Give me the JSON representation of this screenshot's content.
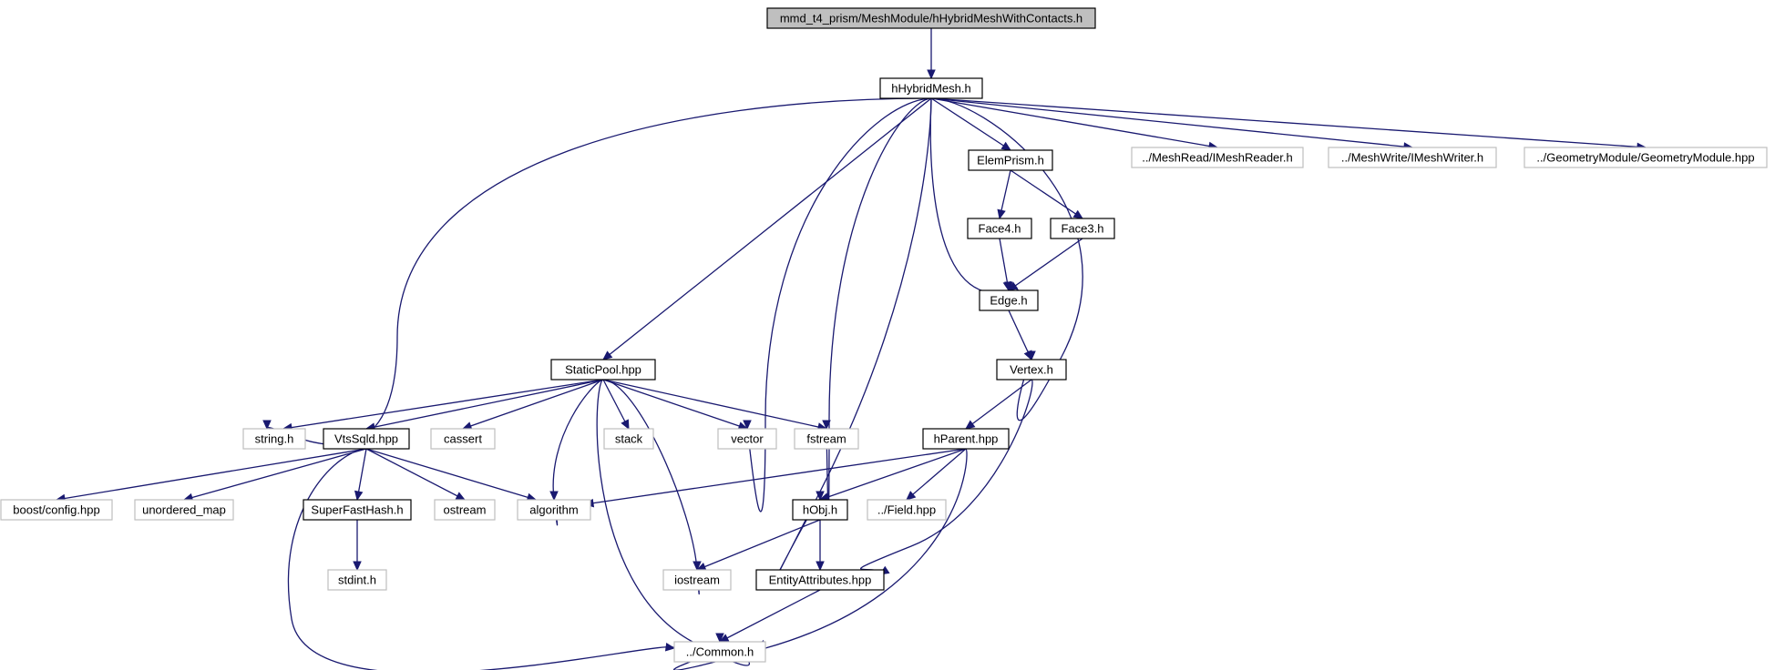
{
  "graph": {
    "title": "",
    "nodes": [
      {
        "id": "root",
        "label": "mmd_t4_prism/MeshModule/hHybridMeshWithContacts.h",
        "style": "root"
      },
      {
        "id": "hhm",
        "label": "hHybridMesh.h",
        "style": "normal"
      },
      {
        "id": "elemprism",
        "label": "ElemPrism.h",
        "style": "normal"
      },
      {
        "id": "imeshreader",
        "label": "../MeshRead/IMeshReader.h",
        "style": "external"
      },
      {
        "id": "imeshwriter",
        "label": "../MeshWrite/IMeshWriter.h",
        "style": "external"
      },
      {
        "id": "geommod",
        "label": "../GeometryModule/GeometryModule.hpp",
        "style": "external"
      },
      {
        "id": "face4",
        "label": "Face4.h",
        "style": "normal"
      },
      {
        "id": "face3",
        "label": "Face3.h",
        "style": "normal"
      },
      {
        "id": "edge",
        "label": "Edge.h",
        "style": "normal"
      },
      {
        "id": "staticpool",
        "label": "StaticPool.hpp",
        "style": "normal"
      },
      {
        "id": "vertex",
        "label": "Vertex.h",
        "style": "normal"
      },
      {
        "id": "stringh",
        "label": "string.h",
        "style": "external"
      },
      {
        "id": "vtssqld",
        "label": "VtsSqld.hpp",
        "style": "normal"
      },
      {
        "id": "cassert",
        "label": "cassert",
        "style": "external"
      },
      {
        "id": "stack",
        "label": "stack",
        "style": "external"
      },
      {
        "id": "vector",
        "label": "vector",
        "style": "external"
      },
      {
        "id": "fstream",
        "label": "fstream",
        "style": "external"
      },
      {
        "id": "hparent",
        "label": "hParent.hpp",
        "style": "normal"
      },
      {
        "id": "boostcfg",
        "label": "boost/config.hpp",
        "style": "external"
      },
      {
        "id": "unordmap",
        "label": "unordered_map",
        "style": "external"
      },
      {
        "id": "superfast",
        "label": "SuperFastHash.h",
        "style": "normal"
      },
      {
        "id": "ostream",
        "label": "ostream",
        "style": "external"
      },
      {
        "id": "algorithm",
        "label": "algorithm",
        "style": "external"
      },
      {
        "id": "hobj",
        "label": "hObj.h",
        "style": "normal"
      },
      {
        "id": "field",
        "label": "../Field.hpp",
        "style": "external"
      },
      {
        "id": "stdint",
        "label": "stdint.h",
        "style": "external"
      },
      {
        "id": "iostream",
        "label": "iostream",
        "style": "external"
      },
      {
        "id": "entattr",
        "label": "EntityAttributes.hpp",
        "style": "normal"
      },
      {
        "id": "common",
        "label": "../Common.h",
        "style": "external"
      }
    ],
    "edges": [
      [
        "root",
        "hhm"
      ],
      [
        "hhm",
        "elemprism"
      ],
      [
        "hhm",
        "imeshreader"
      ],
      [
        "hhm",
        "imeshwriter"
      ],
      [
        "hhm",
        "geommod"
      ],
      [
        "hhm",
        "stringh"
      ],
      [
        "hhm",
        "staticpool"
      ],
      [
        "hhm",
        "vector"
      ],
      [
        "hhm",
        "fstream"
      ],
      [
        "hhm",
        "hobj"
      ],
      [
        "hhm",
        "edge"
      ],
      [
        "hhm",
        "vertex"
      ],
      [
        "elemprism",
        "face4"
      ],
      [
        "elemprism",
        "face3"
      ],
      [
        "face4",
        "edge"
      ],
      [
        "face3",
        "edge"
      ],
      [
        "edge",
        "vertex"
      ],
      [
        "vertex",
        "hparent"
      ],
      [
        "vertex",
        "entattr"
      ],
      [
        "staticpool",
        "stringh"
      ],
      [
        "staticpool",
        "vtssqld"
      ],
      [
        "staticpool",
        "cassert"
      ],
      [
        "staticpool",
        "stack"
      ],
      [
        "staticpool",
        "vector"
      ],
      [
        "staticpool",
        "fstream"
      ],
      [
        "staticpool",
        "algorithm"
      ],
      [
        "staticpool",
        "iostream"
      ],
      [
        "staticpool",
        "common"
      ],
      [
        "vtssqld",
        "boostcfg"
      ],
      [
        "vtssqld",
        "unordmap"
      ],
      [
        "vtssqld",
        "superfast"
      ],
      [
        "vtssqld",
        "ostream"
      ],
      [
        "vtssqld",
        "algorithm"
      ],
      [
        "vtssqld",
        "common"
      ],
      [
        "superfast",
        "stdint"
      ],
      [
        "hparent",
        "algorithm"
      ],
      [
        "hparent",
        "hobj"
      ],
      [
        "hparent",
        "field"
      ],
      [
        "hparent",
        "common"
      ],
      [
        "hobj",
        "iostream"
      ],
      [
        "hobj",
        "entattr"
      ],
      [
        "entattr",
        "common"
      ]
    ]
  },
  "colors": {
    "edge": "#191970",
    "root_fill": "#bfbfbf",
    "normal_border": "#000000",
    "external_border": "#bfbfbf",
    "text": "#000000"
  }
}
